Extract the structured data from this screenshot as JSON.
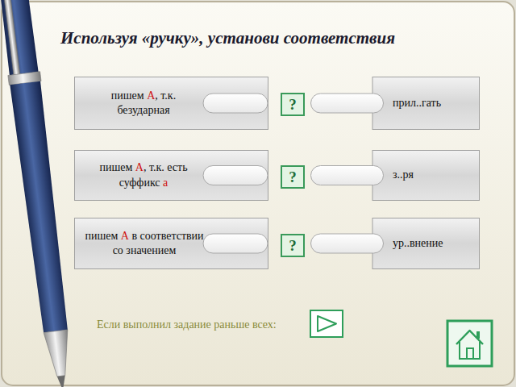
{
  "diagram": {
    "title": "Используя «ручку», установи соответствия",
    "nodes": [
      {
        "text": [
          "пишем А, т.к. безударная"
        ]
      },
      {
        "text": [
          "?"
        ]
      },
      {
        "text": [
          "прил..гать"
        ]
      },
      {
        "text": [
          "пишем А, т.к. есть суффикс а"
        ]
      },
      {
        "text": [
          "?"
        ]
      },
      {
        "text": [
          "з..ря"
        ]
      },
      {
        "text": [
          "пишем А в соответствии со значением"
        ]
      },
      {
        "text": [
          "?"
        ]
      },
      {
        "text": [
          "ур..внение"
        ]
      }
    ],
    "labels": [
      "Если выполнил задание раньше всех:"
    ]
  }
}
